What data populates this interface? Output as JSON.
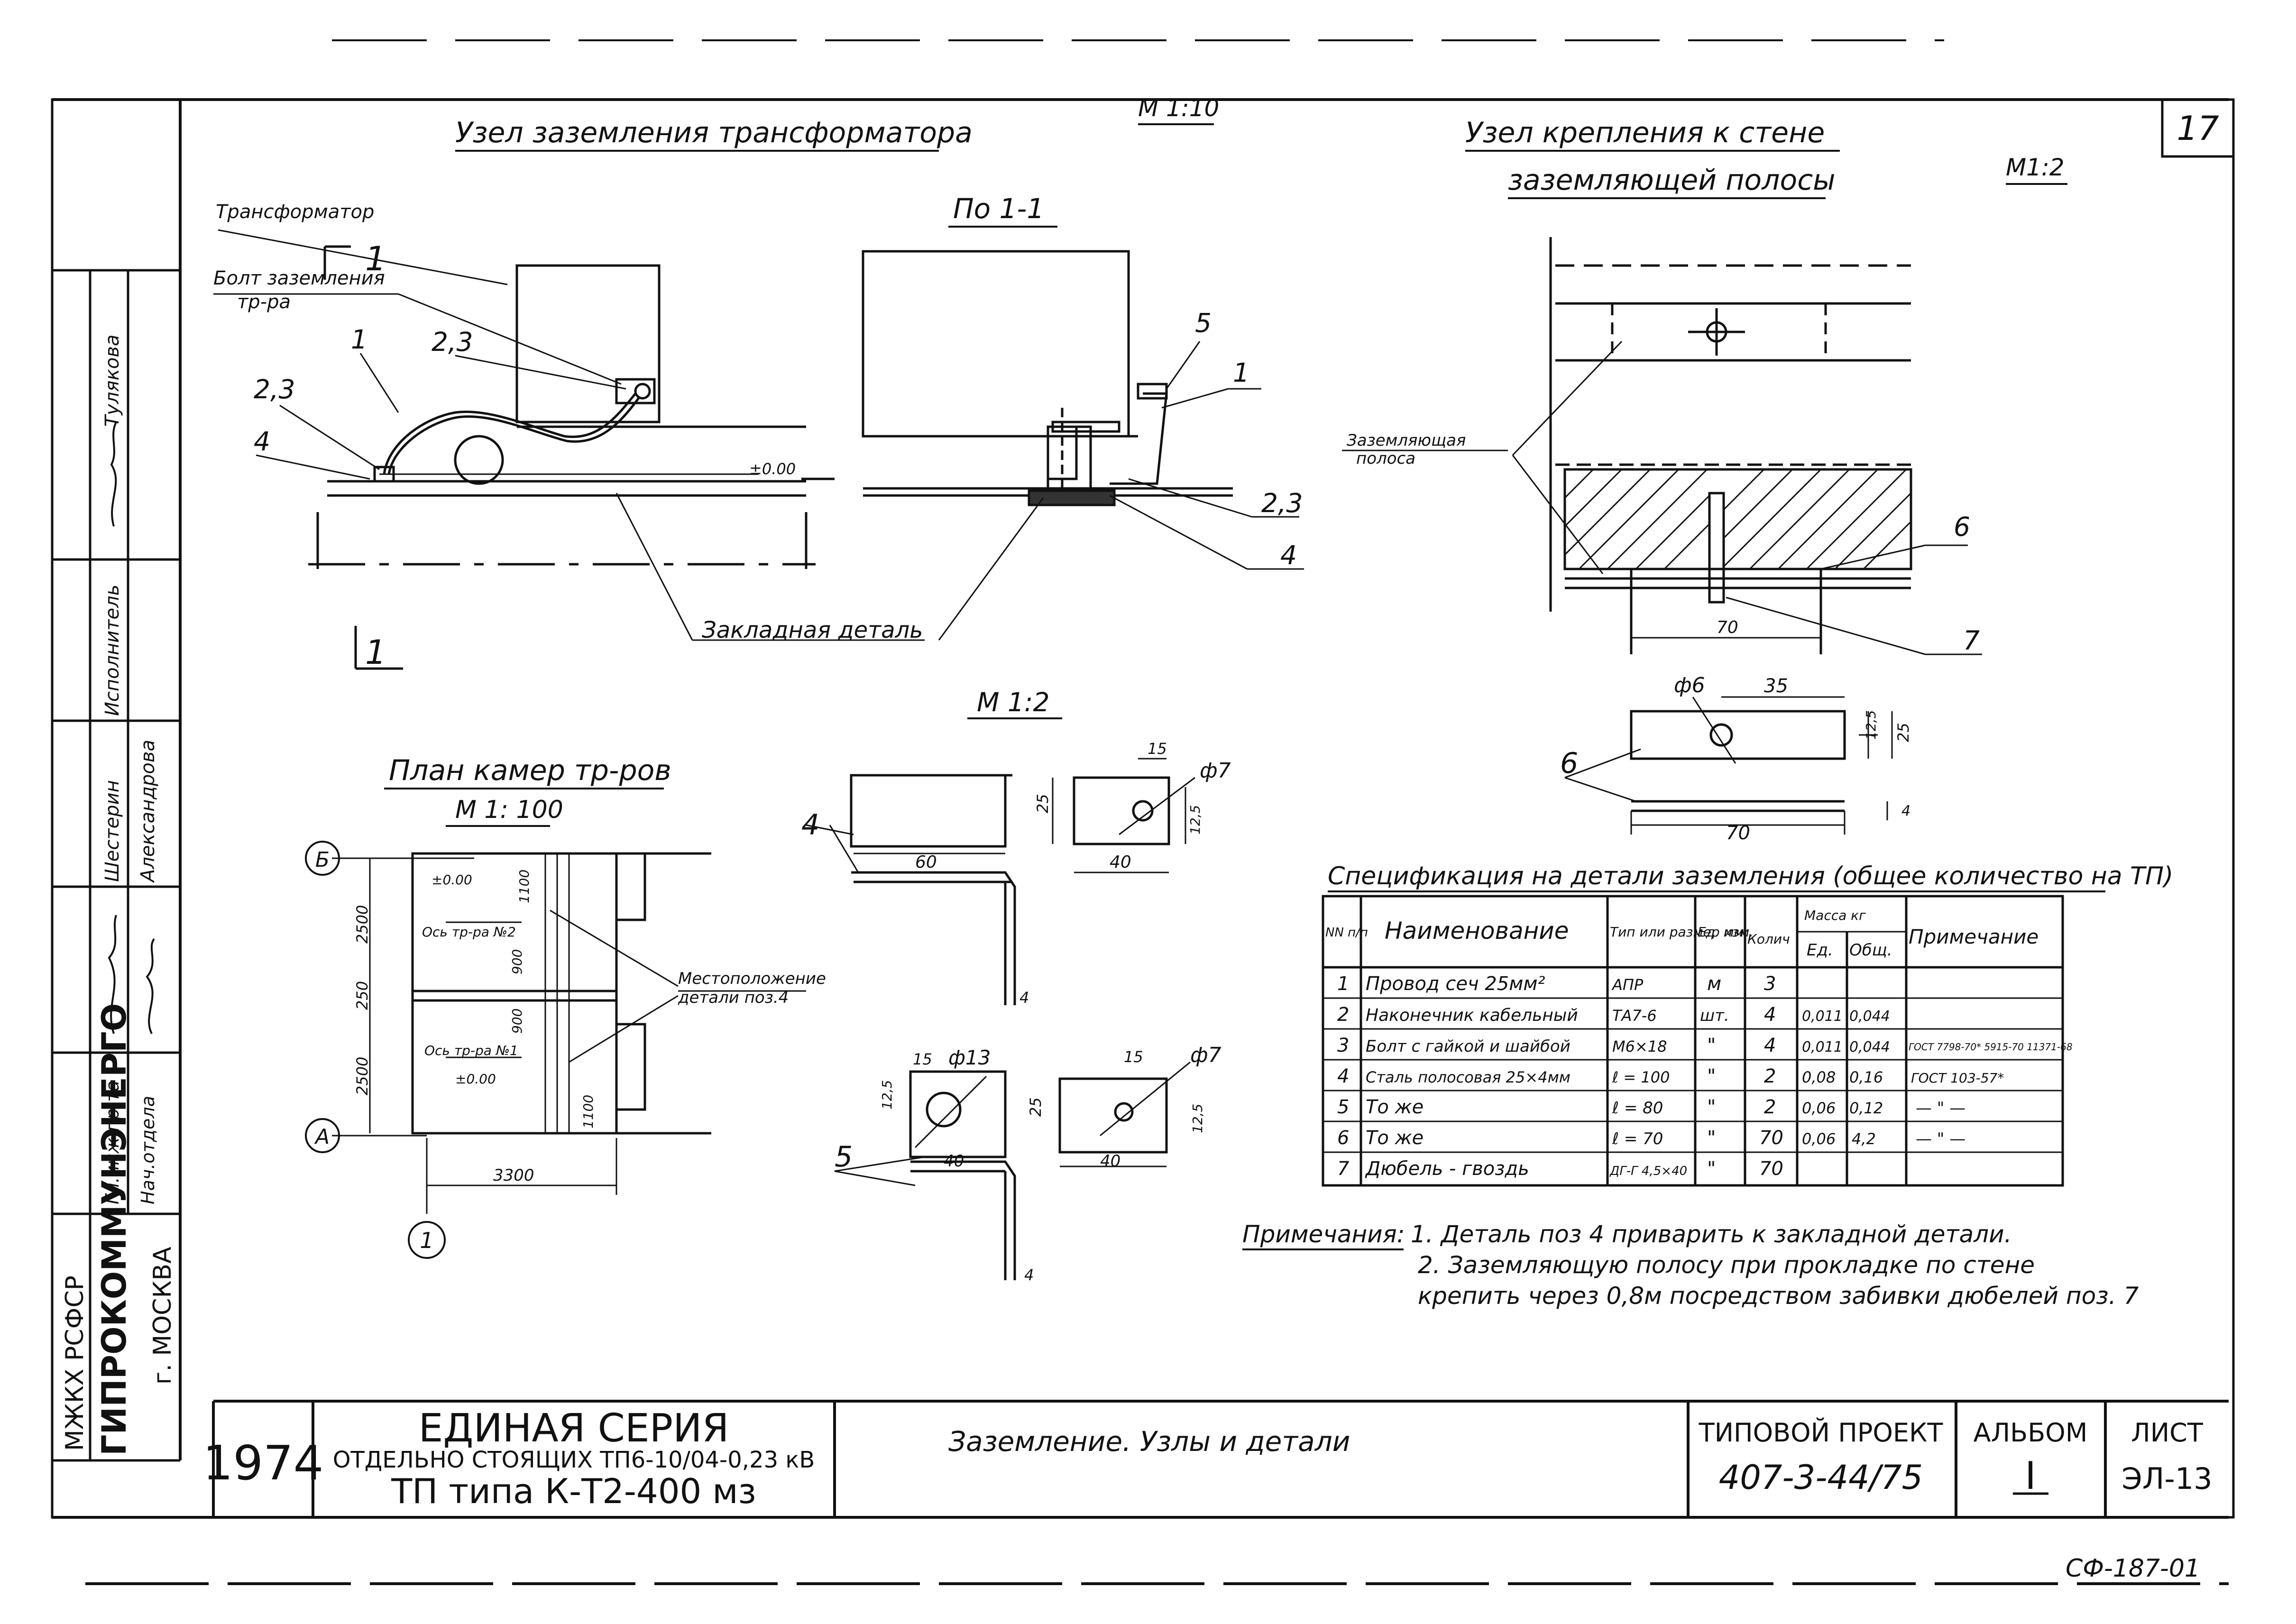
{
  "sheet_number": "17",
  "sheet_code": "СФ-187-01",
  "titles": {
    "transformer_node": "Узел заземления трансформатора",
    "transformer_scale": "М 1:10",
    "wall_node_line1": "Узел крепления к стене",
    "wall_node_line2": "заземляющей полосы",
    "wall_scale": "М1:2",
    "section": "По 1-1",
    "detail_scale": "М 1:2",
    "plan": "План камер тр-ров",
    "plan_scale": "М 1: 100"
  },
  "labels": {
    "transformer": "Трансформатор",
    "bolt_line1": "Болт заземления",
    "bolt_line2": "тр-ра",
    "embedded_part": "Закладная деталь",
    "ground_strip_line1": "Заземляющая",
    "ground_strip_line2": "полоса",
    "location_line1": "Местоположение",
    "location_line2": "детали поз.4",
    "axis_tr2": "Ось тр-ра №2",
    "axis_tr1": "Ось тр-ра №1",
    "zero_level": "±0.00",
    "zero_level_plan": "±0.00",
    "section_mark": "1",
    "pos_1": "1",
    "pos_23": "2,3",
    "pos_4": "4",
    "pos_5": "5",
    "pos_6": "6",
    "pos_7": "7",
    "axis_B": "Б",
    "axis_A": "А",
    "axis_1": "1"
  },
  "dims": {
    "d70": "70",
    "d35": "35",
    "d12_5": "12,5",
    "d25": "25",
    "d4": "4",
    "phi6": "ф6",
    "phi7": "ф7",
    "phi13": "ф13",
    "d15": "15",
    "d60": "60",
    "d40": "40",
    "d2500": "2500",
    "d250": "250",
    "d900": "900",
    "d1100": "1100",
    "d3300": "3300"
  },
  "spec": {
    "title": "Спецификация на детали заземления (общее количество на ТП)",
    "headers": {
      "num": "NN п/п",
      "name": "Наименование",
      "type": "Тип или размер мм",
      "unit": "Ед. изм.",
      "qty": "Колич",
      "mass": "Масса кг",
      "mass_unit": "Ед.",
      "mass_total": "Общ.",
      "note": "Примечание"
    },
    "rows": [
      {
        "n": "1",
        "name": "Провод сеч 25мм²",
        "type": "АПР",
        "unit": "м",
        "qty": "3",
        "m1": "",
        "m2": "",
        "note": ""
      },
      {
        "n": "2",
        "name": "Наконечник кабельный",
        "type": "ТА7-6",
        "unit": "шт.",
        "qty": "4",
        "m1": "0,011",
        "m2": "0,044",
        "note": ""
      },
      {
        "n": "3",
        "name": "Болт с гайкой и шайбой",
        "type": "М6×18",
        "unit": "\"",
        "qty": "4",
        "m1": "0,011",
        "m2": "0,044",
        "note": "ГОСТ 7798-70* 5915-70 11371-68"
      },
      {
        "n": "4",
        "name": "Сталь полосовая 25×4мм",
        "type": "ℓ = 100",
        "unit": "\"",
        "qty": "2",
        "m1": "0,08",
        "m2": "0,16",
        "note": "ГОСТ 103-57*"
      },
      {
        "n": "5",
        "name": "То же",
        "type": "ℓ = 80",
        "unit": "\"",
        "qty": "2",
        "m1": "0,06",
        "m2": "0,12",
        "note": "— \" —"
      },
      {
        "n": "6",
        "name": "То же",
        "type": "ℓ = 70",
        "unit": "\"",
        "qty": "70",
        "m1": "0,06",
        "m2": "4,2",
        "note": "— \" —"
      },
      {
        "n": "7",
        "name": "Дюбель - гвоздь",
        "type": "ДГ-Г 4,5×40",
        "unit": "\"",
        "qty": "70",
        "m1": "",
        "m2": "",
        "note": ""
      }
    ]
  },
  "notes": {
    "label": "Примечания:",
    "line1": "1. Деталь поз 4 приварить к закладной детали.",
    "line2": "2. Заземляющую полосу при прокладке по стене",
    "line3": "крепить через 0,8м посредством забивки дюбелей поз. 7"
  },
  "side_stamp": {
    "org1": "МЖКХ РСФСР",
    "org2": "ГИПРОКОММУНЭНЕРГО",
    "org3": "г. МОСКВА",
    "roles": [
      "Гл.инж.пр-та",
      "Нач.отдела",
      "Шестерин",
      "Александрова",
      "Исполнитель",
      "Тулякова"
    ]
  },
  "title_block": {
    "year": "1974",
    "series": "ЕДИНАЯ СЕРИЯ",
    "subtitle": "ОТДЕЛЬНО СТОЯЩИХ ТП6-10/04-0,23 кВ",
    "tp_type": "ТП типа К-Т2-400 мз",
    "drawing_title": "Заземление. Узлы и детали",
    "project_label": "ТИПОВОЙ ПРОЕКТ",
    "project_number": "407-3-44/75",
    "album_label": "АЛЬБОМ",
    "album_value": "I",
    "sheet_label": "ЛИСТ",
    "sheet_value": "ЭЛ-13"
  }
}
